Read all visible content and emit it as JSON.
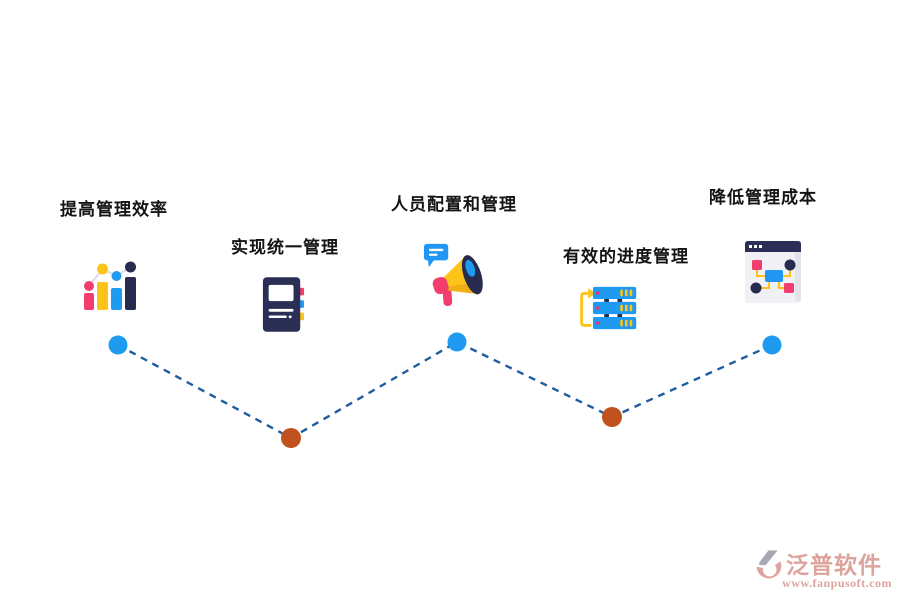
{
  "diagram": {
    "items": [
      {
        "label": "提高管理效率",
        "icon": "bar-chart-icon",
        "dot_color": "#1e9bf0"
      },
      {
        "label": "实现统一管理",
        "icon": "notebook-icon",
        "dot_color": "#c1521d"
      },
      {
        "label": "人员配置和管理",
        "icon": "megaphone-icon",
        "dot_color": "#1e9bf0"
      },
      {
        "label": "有效的进度管理",
        "icon": "server-stack-icon",
        "dot_color": "#c1521d"
      },
      {
        "label": "降低管理成本",
        "icon": "browser-flowchart-icon",
        "dot_color": "#1e9bf0"
      }
    ],
    "connector_color": "#1f5c9e"
  },
  "colors": {
    "blue": "#1e9bf0",
    "orange": "#c1521d",
    "pink": "#f23e6e",
    "yellow": "#fcc419",
    "navy": "#272b4e",
    "salmon": "#dca49d",
    "light_gray": "#f1f1f5"
  },
  "footer": {
    "brand": "泛普软件",
    "url": "www.fanpusoft.com"
  }
}
